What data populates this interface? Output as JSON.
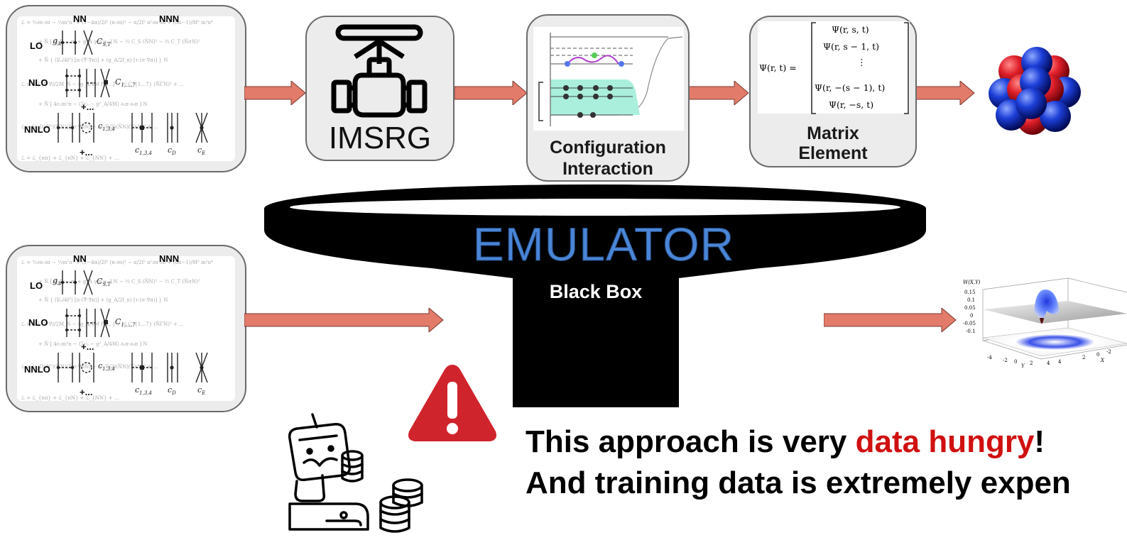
{
  "chiral_panel": {
    "top_labels": {
      "nn": "NN",
      "nnn": "NNN"
    },
    "orders": [
      "LO",
      "NLO",
      "NNLO"
    ],
    "coefficients": {
      "g_a": "g",
      "g_a_sub": "A",
      "c_s_t": "C",
      "c_s_t_sub": "S,T",
      "c_1_7": "C",
      "c_1_7_sub": "1,...,7",
      "c_134": "c",
      "c_134_sub": "1,3,4",
      "c_d": "c",
      "c_d_sub": "D",
      "c_e": "c",
      "c_e_sub": "E"
    },
    "plus_dots": "+..."
  },
  "pipeline": {
    "imsrg_label": "IMSRG",
    "ci_label_line1": "Configuration",
    "ci_label_line2": "Interaction",
    "me_label_line1": "Matrix",
    "me_label_line2": "Element",
    "matrix_lhs": "Ψ(r, t) =",
    "matrix_rows": [
      "Ψ(r, s, t)",
      "Ψ(r, s − 1, t)",
      "⋮",
      "Ψ(r, −(s − 1), t)",
      "Ψ(r, −s, t)"
    ]
  },
  "emulator": {
    "title": "EMULATOR",
    "box_label": "Black Box"
  },
  "plot3d": {
    "zlabel": "W(X,Y)",
    "z_ticks": [
      "0.15",
      "0.1",
      "0.05",
      "0",
      "-0.05",
      "-0.1"
    ],
    "y_ticks": [
      "-4",
      "-2",
      "0",
      "2",
      "4"
    ],
    "x_ticks": [
      "4",
      "2",
      "0",
      "-2"
    ],
    "xlabel": "X",
    "ylabel": "Y"
  },
  "warning": {
    "line1_prefix": "This approach is very ",
    "line1_highlight": "data hungry",
    "line1_suffix": "!",
    "line2": "And training data is extremely expen",
    "highlight_color": "#d01010"
  },
  "colors": {
    "arrow_fill": "#e27b6a",
    "warning_red": "#d0242d",
    "emulator_blue": "#4a86d6",
    "nucleus_red": "#e0202a",
    "nucleus_blue": "#1d3fd8"
  }
}
